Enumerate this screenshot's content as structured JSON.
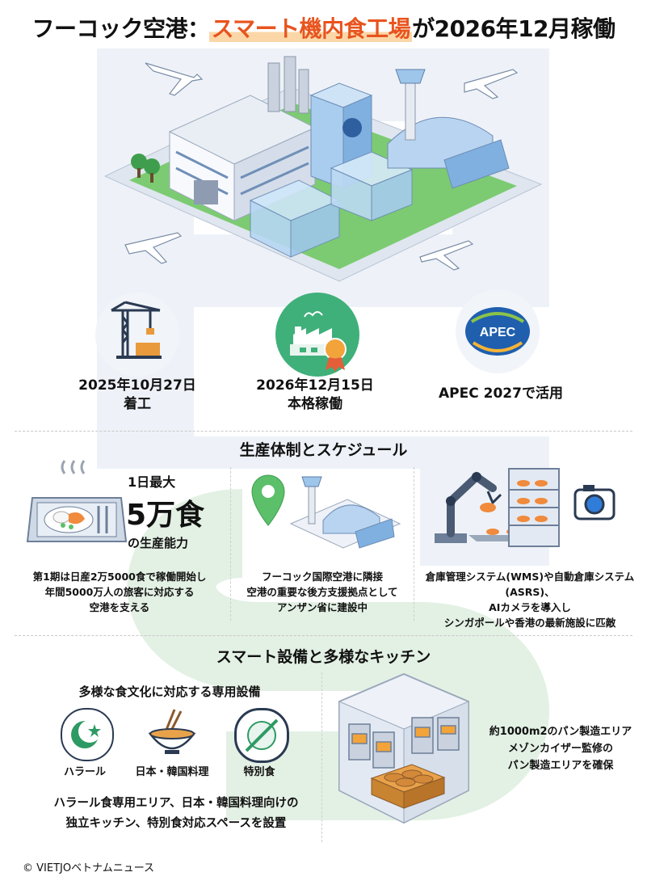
{
  "title": {
    "prefix": "フーコック空港：",
    "highlight": "スマート機内食工場",
    "suffix": "が2026年12月稼働"
  },
  "milestones": [
    {
      "line1": "2025年10月27日",
      "line2": "着工",
      "icon": "crane-icon"
    },
    {
      "line1": "2026年12月15日",
      "line2": "本格稼働",
      "icon": "factory-award-icon"
    },
    {
      "line1": "APEC 2027で活用",
      "line2": "",
      "icon": "apec-logo"
    }
  ],
  "apec_logo_text": "APEC",
  "section1": {
    "title": "生産体制とスケジュール",
    "capacity": {
      "prefix": "1日最大",
      "value": "5万食",
      "suffix": "の生産能力"
    },
    "col1_text": [
      "第1期は日産2万5000食で稼働開始し",
      "年間5000万人の旅客に対応する",
      "空港を支える"
    ],
    "col2_text": [
      "フーコック国際空港に隣接",
      "空港の重要な後方支援拠点として",
      "アンザン省に建設中"
    ],
    "col3_text": [
      "倉庫管理システム(WMS)や自動倉庫システム(ASRS)、",
      "AIカメラを導入し",
      "シンガポールや香港の最新施設に匹敵"
    ]
  },
  "section2": {
    "title": "スマート設備と多様なキッチン",
    "subtitle": "多様な食文化に対応する専用設備",
    "kitchens": [
      {
        "label": "ハラール",
        "icon": "crescent-star-icon"
      },
      {
        "label": "日本・韓国料理",
        "icon": "bowl-chopsticks-icon"
      },
      {
        "label": "特別食",
        "icon": "special-meal-icon"
      }
    ],
    "kitchen_text": [
      "ハラール食専用エリア、日本・韓国料理向けの",
      "独立キッチン、特別食対応スペースを設置"
    ],
    "bakery_text": [
      "約1000m2のパン製造エリア",
      "メゾンカイザー監修の",
      "パン製造エリアを確保"
    ]
  },
  "credit": "© VIETJOベトナムニュース",
  "colors": {
    "accent": "#e8541e",
    "blue": "#1f5fae",
    "green": "#5cbf6a"
  }
}
